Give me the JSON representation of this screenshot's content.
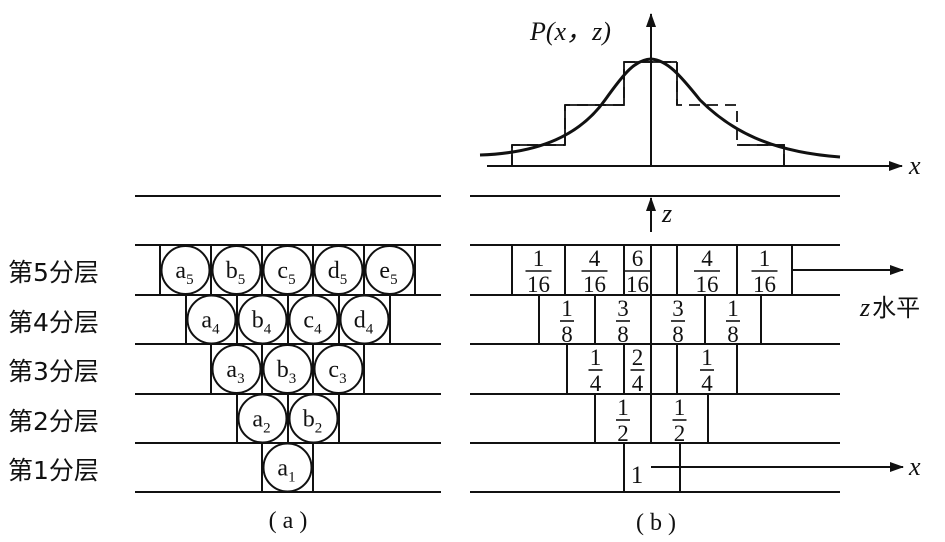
{
  "layer_labels": [
    "第5分层",
    "第4分层",
    "第3分层",
    "第2分层",
    "第1分层"
  ],
  "panel_a": {
    "caption": "( a )",
    "rows": [
      [
        [
          "a",
          "5"
        ],
        [
          "b",
          "5"
        ],
        [
          "c",
          "5"
        ],
        [
          "d",
          "5"
        ],
        [
          "e",
          "5"
        ]
      ],
      [
        [
          "a",
          "4"
        ],
        [
          "b",
          "4"
        ],
        [
          "c",
          "4"
        ],
        [
          "d",
          "4"
        ]
      ],
      [
        [
          "a",
          "3"
        ],
        [
          "b",
          "3"
        ],
        [
          "c",
          "3"
        ]
      ],
      [
        [
          "a",
          "2"
        ],
        [
          "b",
          "2"
        ]
      ],
      [
        [
          "a",
          "1"
        ]
      ]
    ]
  },
  "panel_b": {
    "caption": "( b )",
    "curve_label": "P(x，z)",
    "x_axis_label": "x",
    "z_axis_label": "z",
    "z_level_label": "z水平",
    "bottom_x_label": "x",
    "rows": [
      [
        "1/16",
        "4/16",
        "6/16",
        "",
        "4/16",
        "1/16"
      ],
      [
        "1/8",
        "3/8",
        "3/8",
        "1/8"
      ],
      [
        "1/4",
        "2/4",
        "",
        "1/4"
      ],
      [
        "1/2",
        "1/2"
      ],
      [
        "1"
      ]
    ]
  }
}
